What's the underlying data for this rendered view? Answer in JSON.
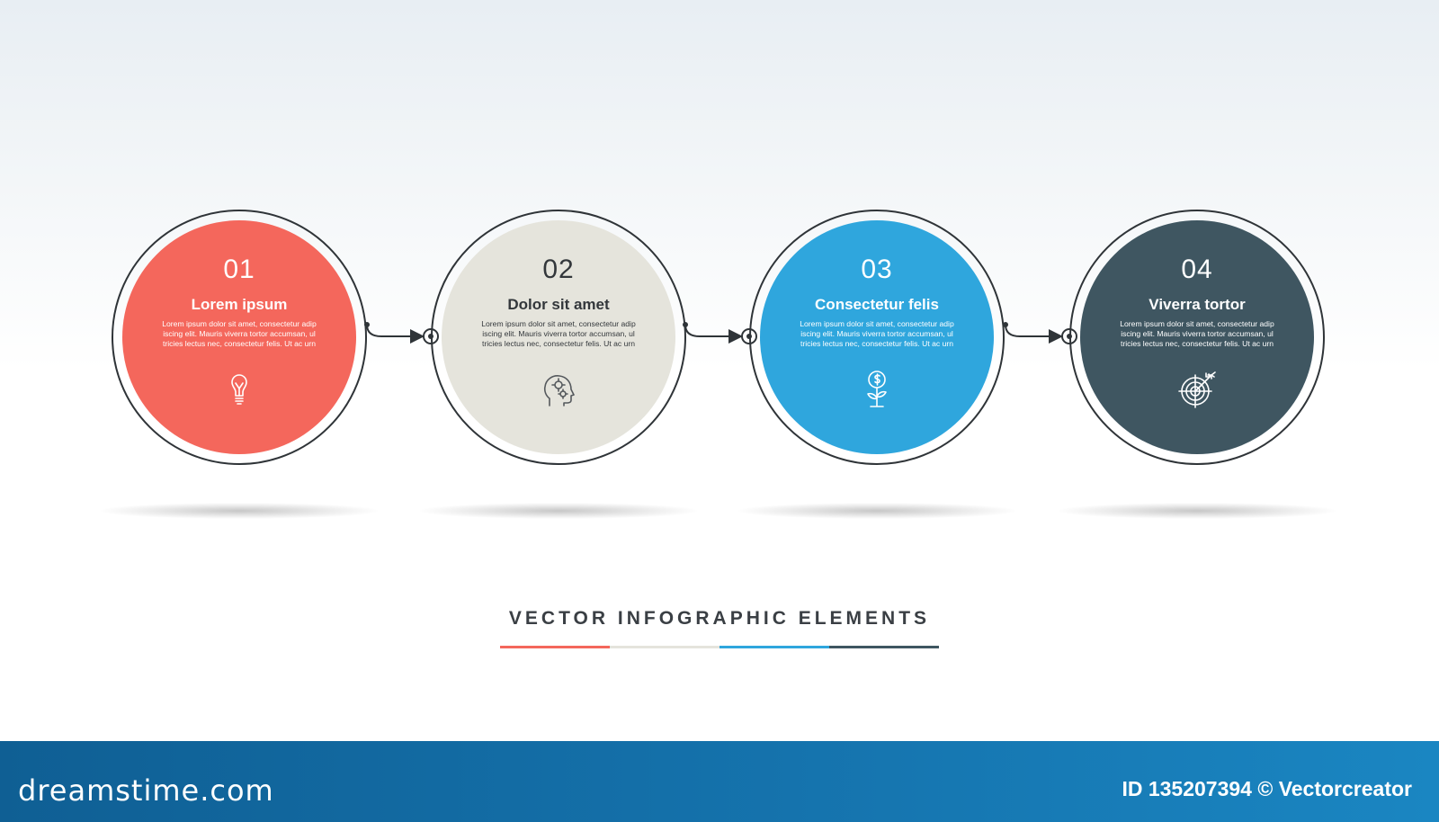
{
  "steps": [
    {
      "number": "01",
      "title": "Lorem ipsum",
      "body": "Lorem ipsum dolor sit amet, consectetur adip iscing elit. Mauris viverra tortor accumsan, ul tricies lectus nec, consectetur felis. Ut ac urn",
      "icon": "lightbulb-icon",
      "color": "#f4675c",
      "text_color": "#ffffff",
      "icon_color": "#ffffff"
    },
    {
      "number": "02",
      "title": "Dolor sit amet",
      "body": "Lorem ipsum dolor sit amet, consectetur adip iscing elit. Mauris viverra tortor accumsan, ul tricies lectus nec, consectetur felis. Ut ac urn",
      "icon": "head-gears-icon",
      "color": "#e5e4dc",
      "text_color": "#33373b",
      "icon_color": "#55595d"
    },
    {
      "number": "03",
      "title": "Consectetur felis",
      "body": "Lorem ipsum dolor sit amet, consectetur adip iscing elit. Mauris viverra tortor accumsan, ul tricies lectus nec, consectetur felis. Ut ac urn",
      "icon": "money-plant-icon",
      "color": "#2fa6dd",
      "text_color": "#ffffff",
      "icon_color": "#ffffff"
    },
    {
      "number": "04",
      "title": "Viverra tortor",
      "body": "Lorem ipsum dolor sit amet, consectetur adip iscing elit. Mauris viverra tortor accumsan, ul tricies lectus nec, consectetur felis. Ut ac urn",
      "icon": "target-arrow-icon",
      "color": "#3f5661",
      "text_color": "#ffffff",
      "icon_color": "#ffffff"
    }
  ],
  "heading": "VECTOR INFOGRAPHIC ELEMENTS",
  "underline_colors": [
    "#f4675c",
    "#e5e4dc",
    "#2fa6dd",
    "#3f5661"
  ],
  "footer": {
    "logo": "dreamstime.com",
    "image_id": "ID 135207394 © Vectorcreator"
  }
}
